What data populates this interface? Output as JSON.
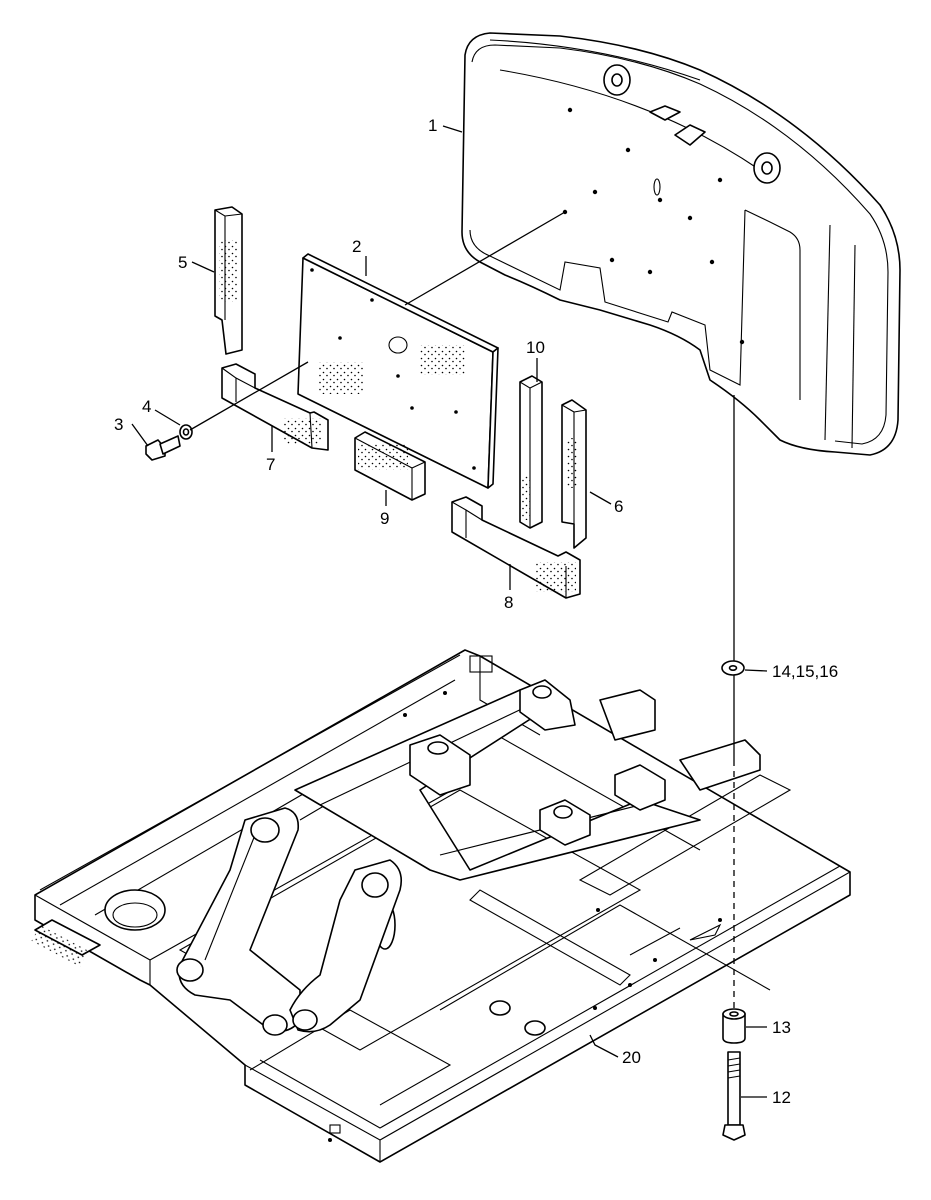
{
  "callouts": {
    "c1": "1",
    "c2": "2",
    "c3": "3",
    "c4": "4",
    "c5": "5",
    "c6": "6",
    "c7": "7",
    "c8": "8",
    "c9": "9",
    "c10": "10",
    "c12": "12",
    "c13": "13",
    "c14": "14,15,16",
    "c20": "20"
  }
}
